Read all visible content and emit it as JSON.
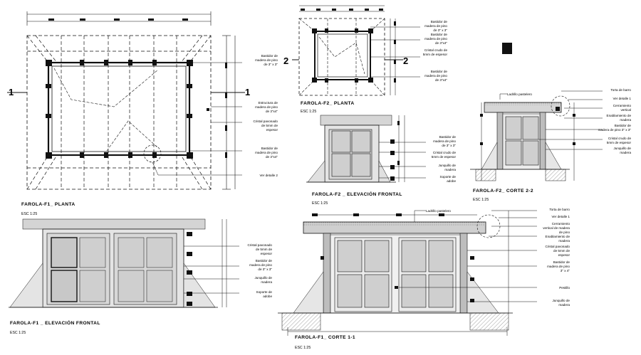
{
  "sheet": {
    "f1_plan": {
      "title": "FAROLA-F1_ PLANTA",
      "scale": "ESC 1:25",
      "notes": [
        "Bastidor de",
        "madera de pino",
        "de 3\" x 3\"",
        "Estructura de",
        "madera de pino",
        "de 3\"x4\"",
        "Cristal pavonado",
        "de 5mm de",
        "espesor",
        "Bastidor de",
        "madera de pino",
        "de 3\"x4\"",
        "Ver detalle 2"
      ],
      "section_mark": "1"
    },
    "f2_plan": {
      "title": "FAROLA-F2_ PLANTA",
      "scale": "ESC 1:25",
      "notes": [
        "Bastidor de",
        "madera de pino",
        "de 3\" x 3\"",
        "Bastidor de",
        "madera de pino",
        "de 3\"x4\"",
        "Cristal crudo de",
        "5mm de espesor",
        "Bastidor de",
        "madera de pino",
        "de 3\"x4\""
      ],
      "section_mark": "2"
    },
    "f2_elev": {
      "title": "FAROLA-F2 _ ELEVACIÓN FRONTAL",
      "scale": "ESC 1:25",
      "notes": [
        "Bastidor de",
        "madera de pino",
        "de 3\" x 3\"",
        "Cristal crudo de",
        "5mm de espesor",
        "Junquillo de",
        "madera",
        "Soporte de",
        "adobe"
      ]
    },
    "f2_section": {
      "title": "FAROLA-F2_ CORTE 2-2",
      "scale": "ESC 1:25",
      "top_note": "Ladrillo pastelero",
      "notes": [
        "Torta de barro",
        "Ver detalle 1",
        "Cerramiento",
        "vertical",
        "Enablamiento de",
        "madera",
        "Bastidor de",
        "madera de pino 3\" x 3\"",
        "Cristal crudo de",
        "5mm de espesor",
        "Junquillo de",
        "madera"
      ]
    },
    "f1_elev": {
      "title": "FAROLA-F1 _ ELEVACIÓN FRONTAL",
      "scale": "ESC 1:25",
      "notes": [
        "Cristal pavonado",
        "de 5mm de",
        "espesor",
        "Bastidor de",
        "madera de pino",
        "de 3\" x 3\"",
        "Junquillo de",
        "madera",
        "Soporte de",
        "adobe"
      ]
    },
    "f1_section": {
      "title": "FAROLA-F1_ CORTE 1-1",
      "scale": "ESC 1:25",
      "top_note": "Ladrillo pastelero",
      "notes": [
        "Torta de barro",
        "Ver detalle 1",
        "Cerramiento",
        "vertical de madera",
        "de pino",
        "Enablamiento de",
        "madera",
        "Cristal pavonado",
        "de 5mm de",
        "espesor",
        "Bastidor de",
        "madera de pino",
        "3\" x 4\"",
        "Pestillo",
        "Junquillo de",
        "madera"
      ]
    }
  },
  "colors": {
    "line": "#111111",
    "glass": "#cfcfcf",
    "fill_light": "#dcdcdc",
    "hatch": "#9a9a9a"
  }
}
